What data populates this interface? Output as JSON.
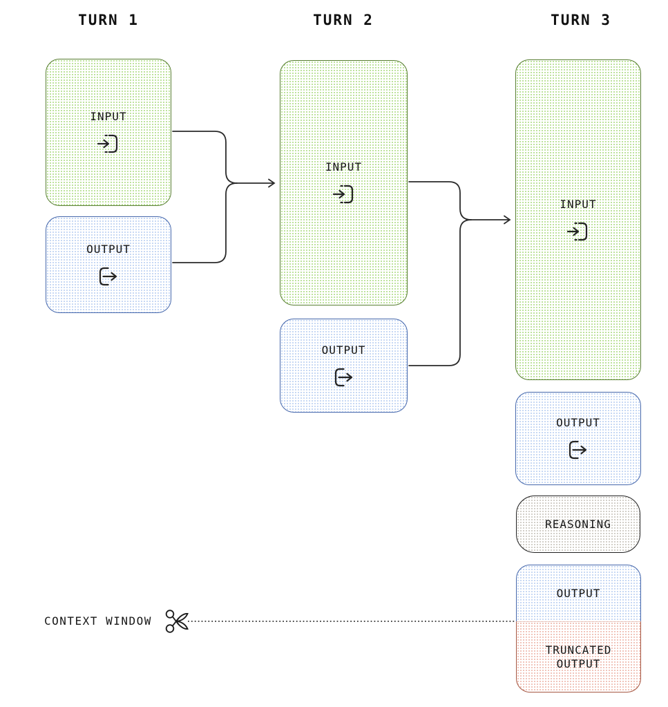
{
  "diagram_title": "multi-turn-context-accumulation",
  "colors": {
    "green-border": "#567d2f",
    "green-dot": "#b9e096",
    "blue-border": "#4466ab",
    "blue-dot": "#c3d6f3",
    "black-border": "#1f1f1f",
    "gray-dot": "#cfccc5",
    "red-border": "#a5543f",
    "red-dot": "#f0c0b5",
    "line": "#2a2a2a",
    "text": "#161616"
  },
  "turns": [
    {
      "title": "TURN 1",
      "input_label": "INPUT",
      "output_label": "OUTPUT"
    },
    {
      "title": "TURN 2",
      "input_label": "INPUT",
      "output_label": "OUTPUT"
    },
    {
      "title": "TURN 3",
      "input_label": "INPUT",
      "output_label": "OUTPUT",
      "reasoning_label": "REASONING",
      "final_output_label": "OUTPUT",
      "truncated_lines": [
        "TRUNCATED",
        "OUTPUT"
      ]
    }
  ],
  "context_window": {
    "label": "CONTEXT WINDOW"
  },
  "icons": {
    "input": "arrow-into-bracket-icon",
    "output": "arrow-out-of-bracket-icon",
    "scissors": "scissors-icon"
  }
}
